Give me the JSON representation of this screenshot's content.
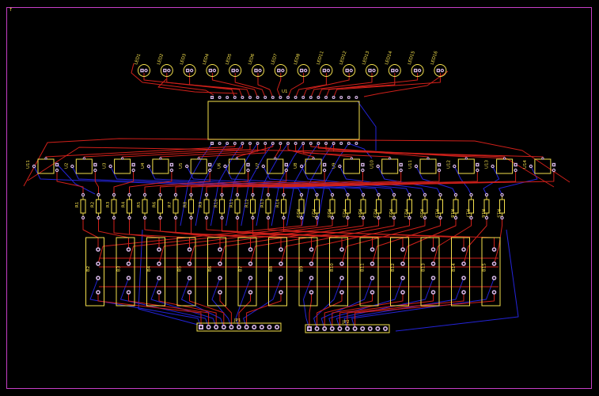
{
  "board": {
    "colors": {
      "background": "#000000",
      "outline": "#c63fc6",
      "silkscreen": "#f4e04d",
      "top_copper": "#d0201a",
      "bottom_copper": "#2424d8",
      "pad": "#d8b8e8",
      "drill": "#000000"
    },
    "corner_mark": "↑"
  },
  "leds": [
    "LED1",
    "LED2",
    "LED3",
    "LED4",
    "LED5",
    "LED6",
    "LED7",
    "LED8",
    "LED11",
    "LED12",
    "LED13",
    "LED14",
    "LED15",
    "LED16"
  ],
  "ic": {
    "label": "U1"
  },
  "transistors": [
    "U11",
    "U2",
    "U3",
    "U4",
    "U5",
    "U6",
    "U7",
    "U8",
    "U9",
    "U10",
    "U11",
    "U12",
    "U13",
    "U14"
  ],
  "resistors_left": [
    "R1",
    "R2",
    "R3",
    "R4",
    "R5",
    "R6",
    "R7",
    "R8",
    "R9",
    "R10",
    "R11",
    "R12",
    "R13",
    "R14"
  ],
  "resistors_right": [
    "R29",
    "R27",
    "R28",
    "R25",
    "R24",
    "R23",
    "R22",
    "R21",
    "R20",
    "R19",
    "R18",
    "R17",
    "R16",
    "R15"
  ],
  "buttons": [
    "B2",
    "B3",
    "B4",
    "B5",
    "B6",
    "B7",
    "B8",
    "B9",
    "B10",
    "B11",
    "B12",
    "B13",
    "B14",
    "B15"
  ],
  "headers": [
    {
      "label": "JP1",
      "pins": 11
    },
    {
      "label": "JP2",
      "pins": 11
    }
  ]
}
